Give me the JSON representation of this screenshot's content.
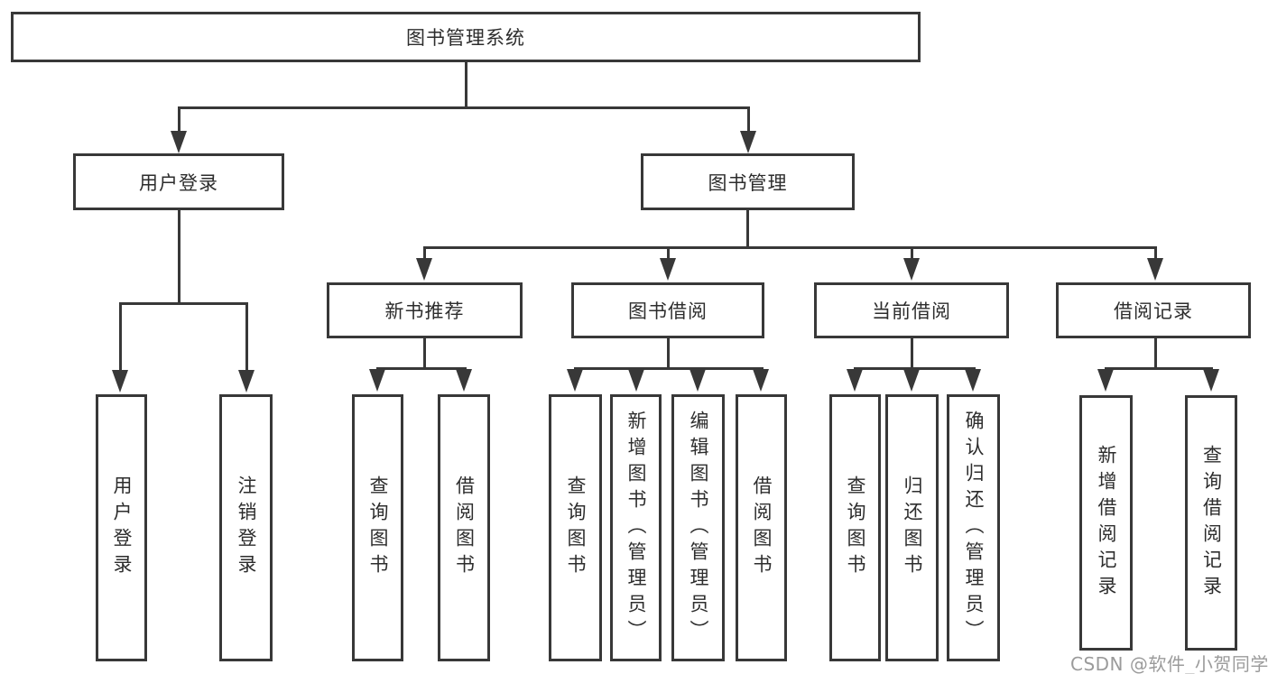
{
  "colors": {
    "line": "#383838",
    "text": "#2d2d2d",
    "background": "#ffffff",
    "watermark_gray": "#9b9b9b"
  },
  "diagram": {
    "type": "hierarchy-tree",
    "title": "图书管理系统",
    "level2": [
      {
        "label": "用户登录",
        "parent": "图书管理系统"
      },
      {
        "label": "图书管理",
        "parent": "图书管理系统"
      }
    ],
    "level3": [
      {
        "label": "新书推荐",
        "parent": "图书管理"
      },
      {
        "label": "图书借阅",
        "parent": "图书管理"
      },
      {
        "label": "当前借阅",
        "parent": "图书管理"
      },
      {
        "label": "借阅记录",
        "parent": "图书管理"
      }
    ],
    "leaves": [
      {
        "label": "用户登录",
        "parent": "用户登录"
      },
      {
        "label": "注销登录",
        "parent": "用户登录"
      },
      {
        "label": "查询图书",
        "parent": "新书推荐"
      },
      {
        "label": "借阅图书",
        "parent": "新书推荐"
      },
      {
        "label": "查询图书",
        "parent": "图书借阅"
      },
      {
        "label": "新增图书（管理员）",
        "parent": "图书借阅"
      },
      {
        "label": "编辑图书（管理员）",
        "parent": "图书借阅"
      },
      {
        "label": "借阅图书",
        "parent": "图书借阅"
      },
      {
        "label": "查询图书",
        "parent": "当前借阅"
      },
      {
        "label": "归还图书",
        "parent": "当前借阅"
      },
      {
        "label": "确认归还（管理员）",
        "parent": "当前借阅"
      },
      {
        "label": "新增借阅记录",
        "parent": "借阅记录"
      },
      {
        "label": "查询借阅记录",
        "parent": "借阅记录"
      }
    ],
    "watermark": "CSDN @软件_小贺同学"
  }
}
